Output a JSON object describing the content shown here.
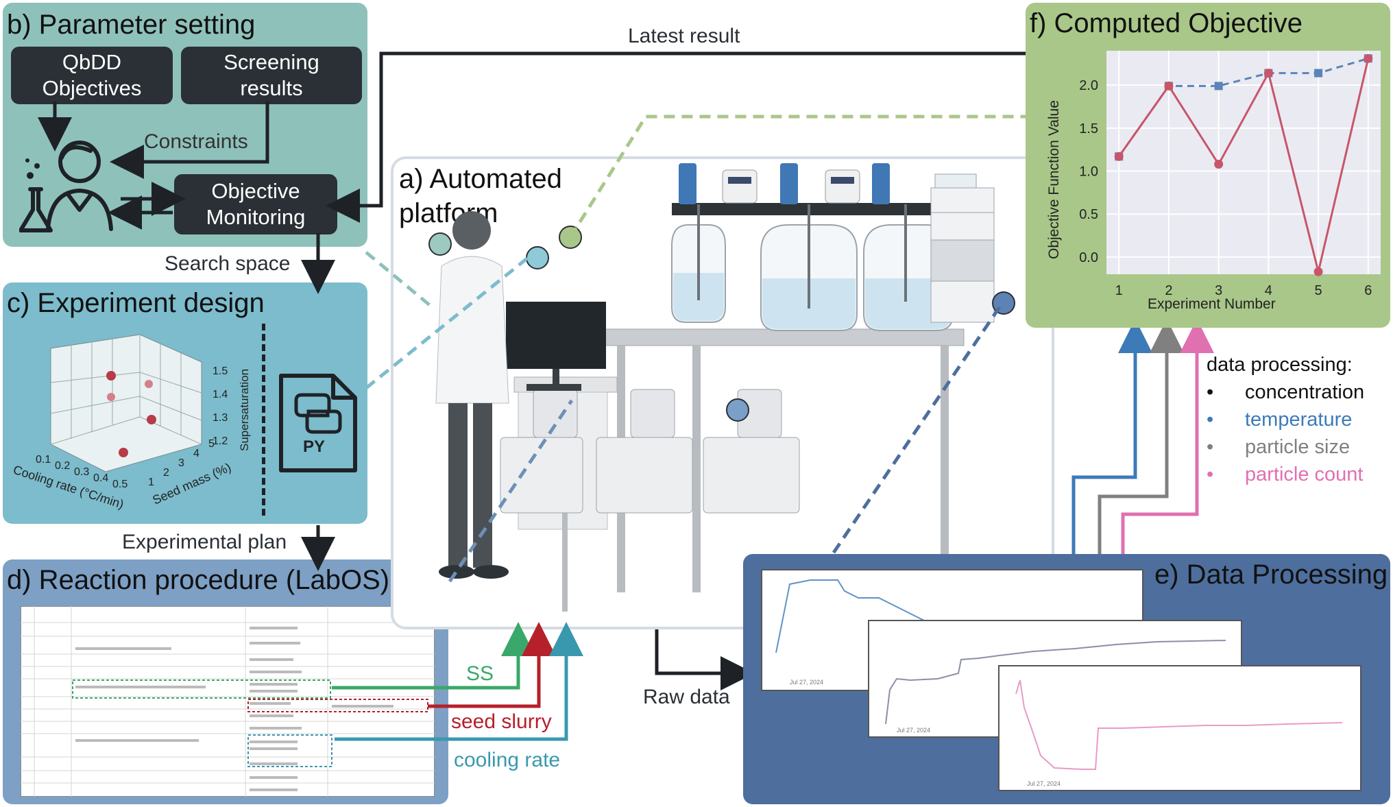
{
  "panels": {
    "b": {
      "title": "b) Parameter setting",
      "qbdd": "QbDD Objectives",
      "screening": "Screening results",
      "constraints": "Constraints",
      "monitoring": "Objective Monitoring"
    },
    "c": {
      "title": "c) Experiment design",
      "py": "PY"
    },
    "d": {
      "title": "d) Reaction procedure (LabOS)"
    },
    "a": {
      "title_line1": "a) Automated",
      "title_line2": "platform"
    },
    "e": {
      "title": "e) Data Processing"
    },
    "f": {
      "title": "f) Computed Objective"
    }
  },
  "arrows": {
    "latest_result": "Latest result",
    "search_space": "Search space",
    "experimental_plan": "Experimental plan",
    "raw_data": "Raw data",
    "ss": "SS",
    "seed_slurry": "seed slurry",
    "cooling_rate": "cooling rate"
  },
  "legend": {
    "title": "data processing:",
    "items": [
      {
        "bullet": "•",
        "label": "concentration",
        "color": "#111111"
      },
      {
        "bullet": "•",
        "label": "temperature",
        "color": "#3d7ab8"
      },
      {
        "bullet": "•",
        "label": "particle size",
        "color": "#808080"
      },
      {
        "bullet": "•",
        "label": "particle count",
        "color": "#e070b0"
      }
    ]
  },
  "scatter3d": {
    "xlabel": "Cooling rate (°C/min)",
    "ylabel": "Seed mass (%)",
    "zlabel": "Supersaturation",
    "xticks": [
      "0.1",
      "0.2",
      "0.3",
      "0.4",
      "0.5"
    ],
    "yticks": [
      "1",
      "2",
      "3",
      "4",
      "5"
    ],
    "zticks": [
      "1.2",
      "1.3",
      "1.4",
      "1.5"
    ]
  },
  "chart_data": {
    "type": "line",
    "xlabel": "Experiment Number",
    "ylabel": "Objective Function Value",
    "x": [
      1,
      2,
      3,
      4,
      5,
      6
    ],
    "xlim": [
      0.75,
      6.25
    ],
    "ylim": [
      -0.2,
      2.4
    ],
    "yticks": [
      0.0,
      0.5,
      1.0,
      1.5,
      2.0
    ],
    "grid": true,
    "series": [
      {
        "values": [
          1.17,
          1.99,
          1.08,
          2.14,
          -0.17,
          2.31
        ],
        "color": "#c8556a",
        "marker": "circle",
        "style": "solid"
      },
      {
        "values": [
          1.17,
          1.99,
          1.99,
          2.14,
          2.14,
          2.31
        ],
        "color": "#5b84b8",
        "marker": "square",
        "style": "dashed"
      }
    ]
  },
  "sheet_texts": {
    "s1_date": "Jul 27, 2024",
    "s2_date": "Jul 27, 2024",
    "s3_date": "Jul 27, 2024"
  },
  "colors": {
    "teal_panel": "#8fc1bb",
    "blue_panel": "#7cbccc",
    "slate_panel": "#6e8fb6",
    "dark_panel": "#4e6f9d",
    "green_panel": "#a9c789",
    "ss": "#3aa86a",
    "seed": "#b5202a",
    "cool": "#3a98ae"
  }
}
